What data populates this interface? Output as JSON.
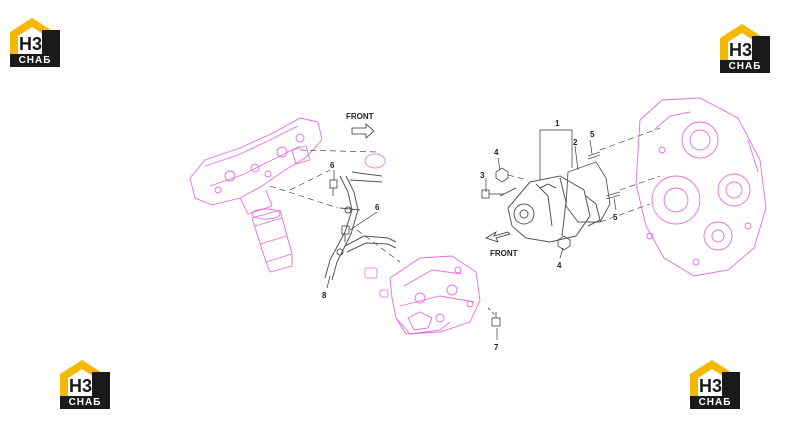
{
  "logos": [
    {
      "id": "tl",
      "mark": "H3",
      "text": "СНАБ"
    },
    {
      "id": "tr",
      "mark": "H3",
      "text": "СНАБ"
    },
    {
      "id": "bl",
      "mark": "H3",
      "text": "СНАБ"
    },
    {
      "id": "br",
      "mark": "H3",
      "text": "СНАБ"
    }
  ],
  "front_labels": {
    "top": "FRONT",
    "bottom": "FRONT"
  },
  "callouts": {
    "c1": "1",
    "c2": "2",
    "c3": "3",
    "c4a": "4",
    "c4b": "4",
    "c5a": "5",
    "c5b": "5",
    "c6a": "6",
    "c6b": "6",
    "c7": "7",
    "c8": "8"
  },
  "colors": {
    "part_outline": "#e070e0",
    "hardware": "#555555",
    "leader": "#333333",
    "logo_yellow": "#f5b800",
    "logo_dark": "#1a1a1a"
  }
}
